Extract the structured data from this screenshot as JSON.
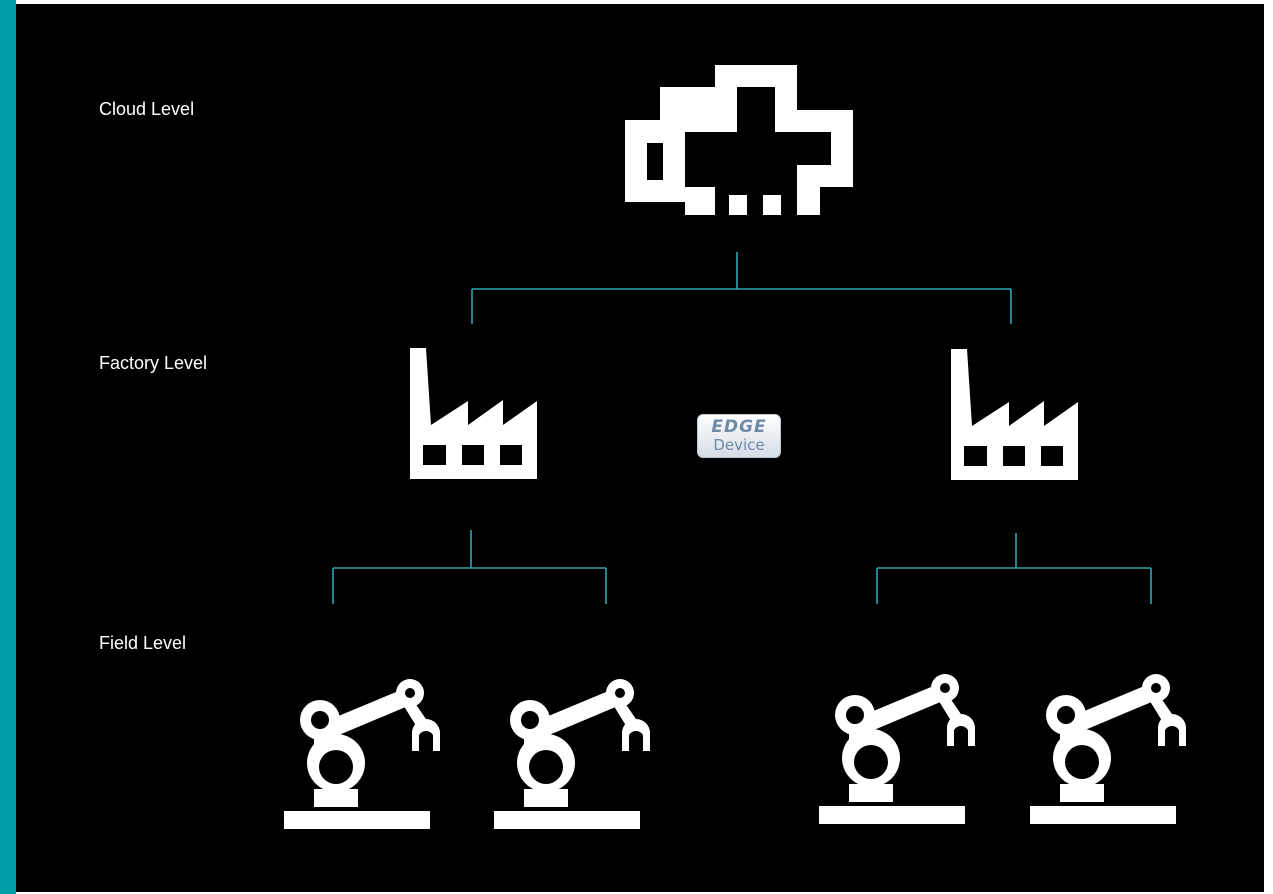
{
  "levels": {
    "cloud": "Cloud Level",
    "factory": "Factory Level",
    "field": "Field Level"
  },
  "edge_device": {
    "line1": "EDGE",
    "line2": "Device"
  },
  "icons": {
    "cloud": "cloud-icon",
    "factory": "factory-icon",
    "robot": "robot-arm-icon"
  },
  "colors": {
    "background": "#000000",
    "accent": "#00a0a8",
    "connector": "#2aa6b3",
    "icon": "#ffffff",
    "label": "#ffffff"
  }
}
